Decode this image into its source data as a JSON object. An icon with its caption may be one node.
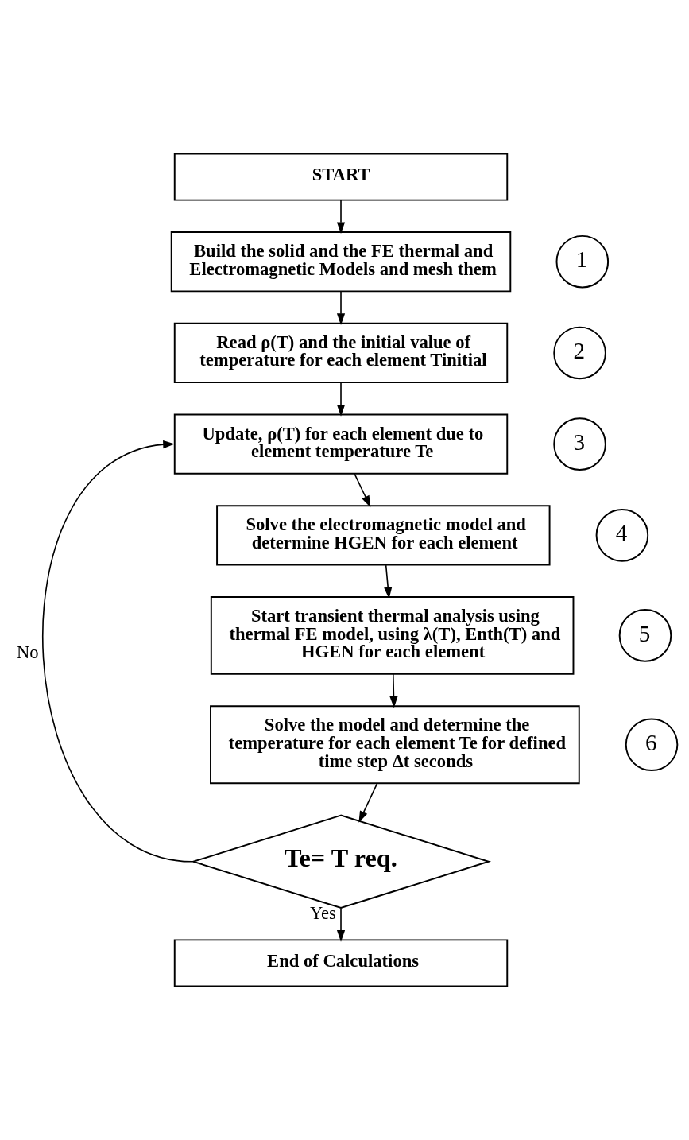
{
  "diagram": {
    "nodes": [
      {
        "text": [
          "START"
        ]
      },
      {
        "text": [
          "Build the solid and the FE thermal and Electromagnetic Models and mesh them"
        ]
      },
      {
        "text": [
          "1"
        ]
      },
      {
        "text": [
          "Read ρ(T) and the initial value of temperature for each element Tinitial"
        ]
      },
      {
        "text": [
          "2"
        ]
      },
      {
        "text": [
          "Update, ρ(T) for each element due to element temperature Te"
        ]
      },
      {
        "text": [
          "3"
        ]
      },
      {
        "text": [
          "Solve the electromagnetic model and determine HGEN for each element"
        ]
      },
      {
        "text": [
          "4"
        ]
      },
      {
        "text": [
          "Start transient thermal analysis using thermal FE model, using λ(T), Enth(T) and HGEN for each element"
        ]
      },
      {
        "text": [
          "5"
        ]
      },
      {
        "text": [
          "Solve the model and determine the temperature for each element Te for defined time step Δt seconds"
        ]
      },
      {
        "text": [
          "6"
        ]
      },
      {
        "text": [
          "Te= T req."
        ]
      },
      {
        "text": [
          "End of Calculations"
        ]
      }
    ],
    "edges": [
      {
        "from": 0,
        "to": 1,
        "arrow": "to"
      },
      {
        "from": 1,
        "to": 3,
        "arrow": "to"
      },
      {
        "from": 3,
        "to": 5,
        "arrow": "to"
      },
      {
        "from": 5,
        "to": 7,
        "arrow": "to"
      },
      {
        "from": 7,
        "to": 9,
        "arrow": "to"
      },
      {
        "from": 9,
        "to": 11,
        "arrow": "to"
      },
      {
        "from": 11,
        "to": 13,
        "arrow": "to"
      },
      {
        "from": 13,
        "to": 5,
        "arrow": "to",
        "label": "No"
      },
      {
        "from": 13,
        "to": 14,
        "arrow": "to",
        "label": "Yes"
      }
    ]
  }
}
